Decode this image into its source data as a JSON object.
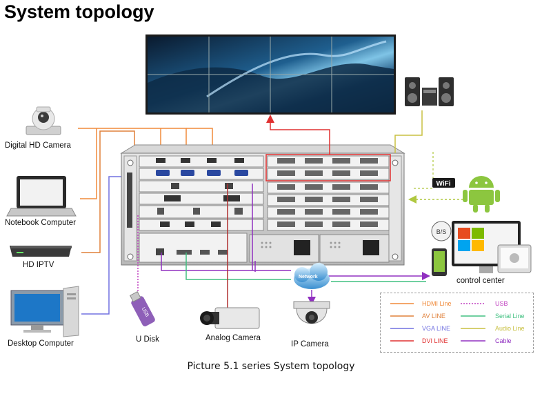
{
  "title": "System topology",
  "caption": "Picture 5.1 series System topology",
  "devices": {
    "hd_camera": "Digital HD Camera",
    "notebook": "Notebook Computer",
    "iptv": "HD IPTV",
    "desktop": "Desktop Computer",
    "udisk": "U Disk",
    "analog_camera": "Analog Camera",
    "ip_camera": "IP Camera",
    "control_center": "control center"
  },
  "badges": {
    "wifi": "WiFi",
    "bs": "B/S",
    "network": "Network",
    "usb_stick": "USB"
  },
  "legend": [
    {
      "label": "HDMI Line",
      "color": "#f08a3a",
      "style": "solid"
    },
    {
      "label": "USB",
      "color": "#c040c0",
      "style": "dotted"
    },
    {
      "label": "AV LINE",
      "color": "#e0803a",
      "style": "solid"
    },
    {
      "label": "Serial Line",
      "color": "#40c080",
      "style": "solid"
    },
    {
      "label": "VGA LINE",
      "color": "#7070e0",
      "style": "solid"
    },
    {
      "label": "Audio Line",
      "color": "#c8c040",
      "style": "solid"
    },
    {
      "label": "DVI LINE",
      "color": "#e03030",
      "style": "solid"
    },
    {
      "label": "Cable",
      "color": "#9030c0",
      "style": "solid"
    }
  ]
}
